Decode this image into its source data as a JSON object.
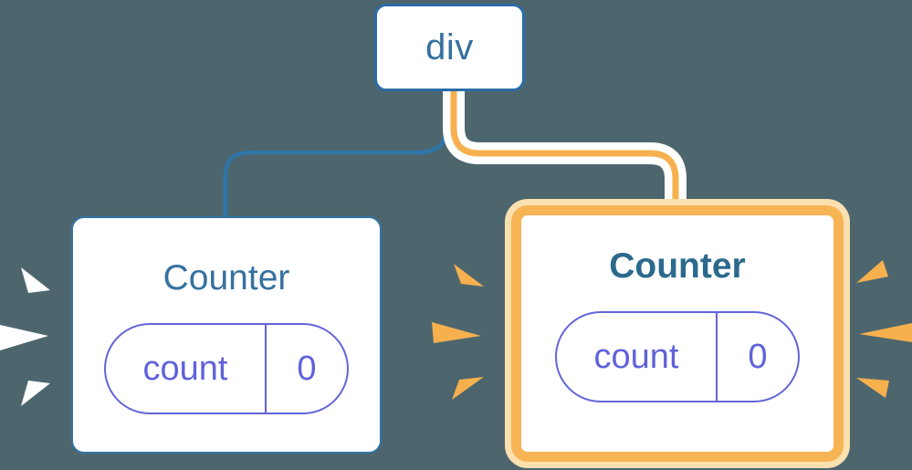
{
  "diagram": {
    "description": "React component tree: a div root with two Counter children; the right Counter is newly mounted and highlighted",
    "root": {
      "label": "div"
    },
    "children": [
      {
        "title": "Counter",
        "highlighted": false,
        "state": {
          "name": "count",
          "value": "0"
        }
      },
      {
        "title": "Counter",
        "highlighted": true,
        "state": {
          "name": "count",
          "value": "0"
        }
      }
    ],
    "colors": {
      "background": "#4D666E",
      "node_border_blue": "#2B6CA8",
      "card_border_blue": "#3474A5",
      "text_blue": "#35719F",
      "text_blue_bold": "#2B6A8C",
      "connector_blue": "#2E75A8",
      "connector_orange": "#F6B04E",
      "highlight_border_orange": "#F7B455",
      "highlight_halo_orange": "#FBE0B0",
      "pill_purple_border": "#6365D9",
      "pill_purple_text": "#6062DA",
      "card_background": "#FFFFFF",
      "spark_white": "#FFFFFF",
      "spark_orange": "#F6B04E"
    }
  }
}
